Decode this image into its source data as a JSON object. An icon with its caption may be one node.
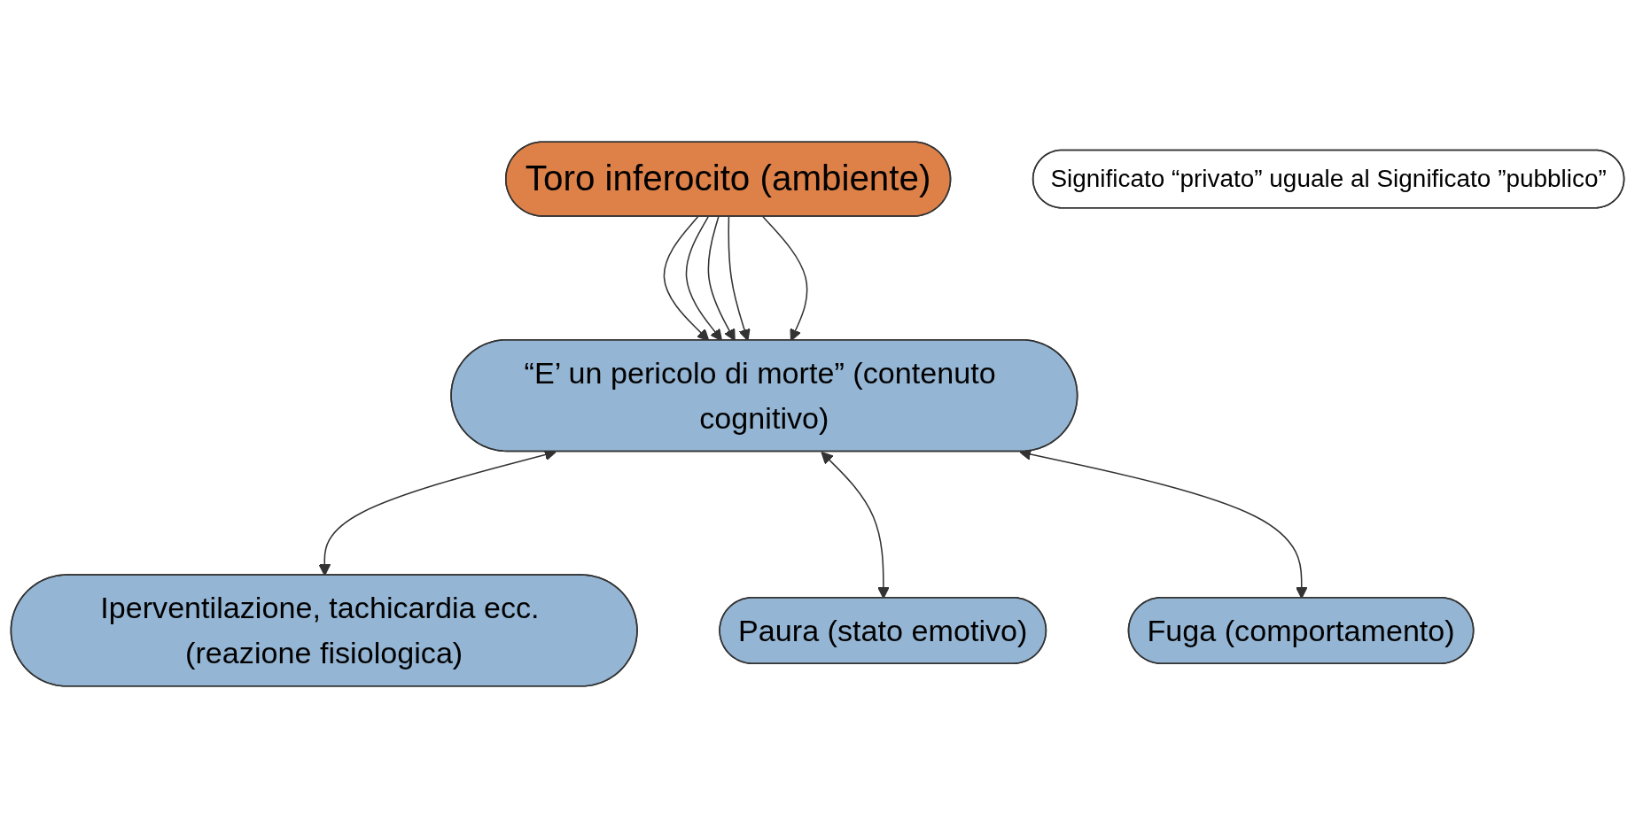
{
  "diagram": {
    "nodes": [
      {
        "text": [
          "Toro inferocito (ambiente)"
        ]
      },
      {
        "text": [
          "“E’ un pericolo di morte” (contenuto cognitivo)"
        ]
      },
      {
        "text": [
          "Significato “privato” uguale al Significato ”pubblico”"
        ]
      },
      {
        "text": [
          "Iperventilazione, tachicardia ecc. (reazione fisiologica)"
        ]
      },
      {
        "text": [
          "Paura (stato emotivo)"
        ]
      },
      {
        "text": [
          "Fuga (comportamento)"
        ]
      }
    ],
    "edges": [
      {
        "from": 0,
        "to": 1,
        "arrow": "to"
      },
      {
        "from": 0,
        "to": 1,
        "arrow": "to"
      },
      {
        "from": 0,
        "to": 1,
        "arrow": "to"
      },
      {
        "from": 0,
        "to": 1,
        "arrow": "to"
      },
      {
        "from": 0,
        "to": 1,
        "arrow": "to"
      },
      {
        "from": 1,
        "to": 3,
        "arrow": "both"
      },
      {
        "from": 1,
        "to": 4,
        "arrow": "both"
      },
      {
        "from": 1,
        "to": 5,
        "arrow": "both"
      }
    ]
  }
}
